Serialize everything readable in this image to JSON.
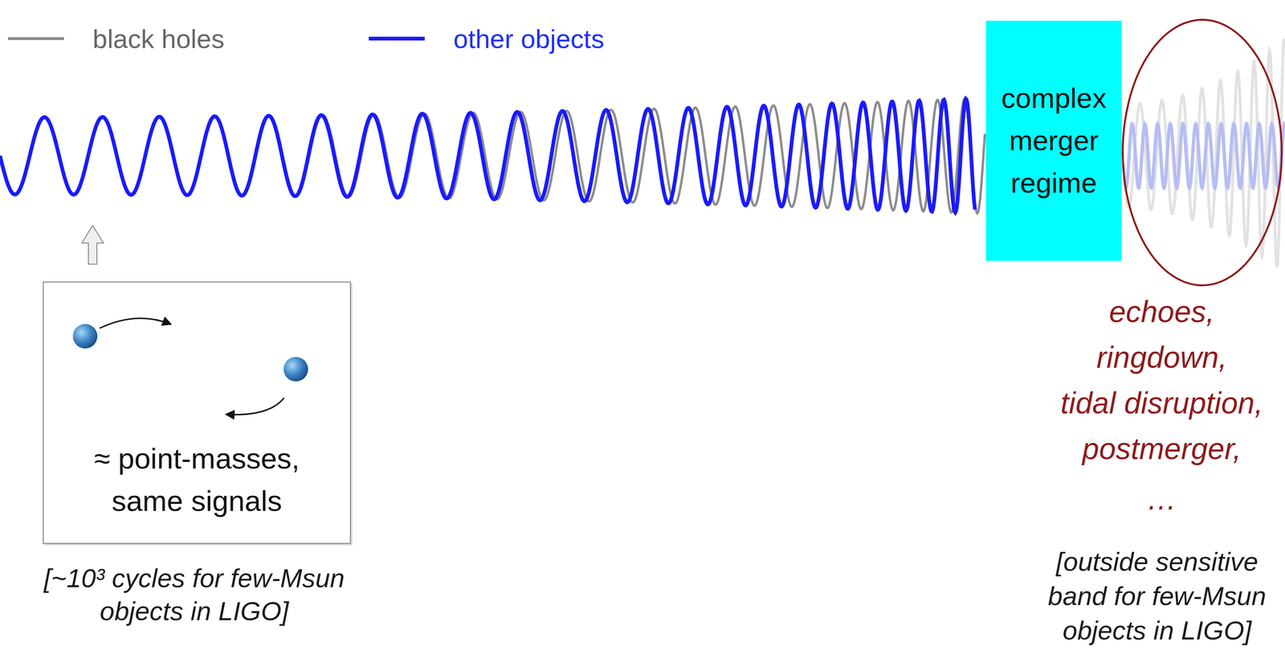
{
  "diagram": {
    "nodes": [
      {
        "text": [
          "complex merger regime"
        ]
      },
      {
        "text": [
          "≈ point-masses, same signals"
        ]
      }
    ],
    "labels": [
      "echoes,",
      "ringdown,",
      "tidal disruption,",
      "postmerger,",
      "…",
      "[~10³ cycles for few-Msun objects in LIGO]",
      "[outside sensitive band for few-Msun objects in LIGO]"
    ],
    "legend": [
      {
        "text": "black holes"
      },
      {
        "text": "other objects"
      }
    ]
  }
}
